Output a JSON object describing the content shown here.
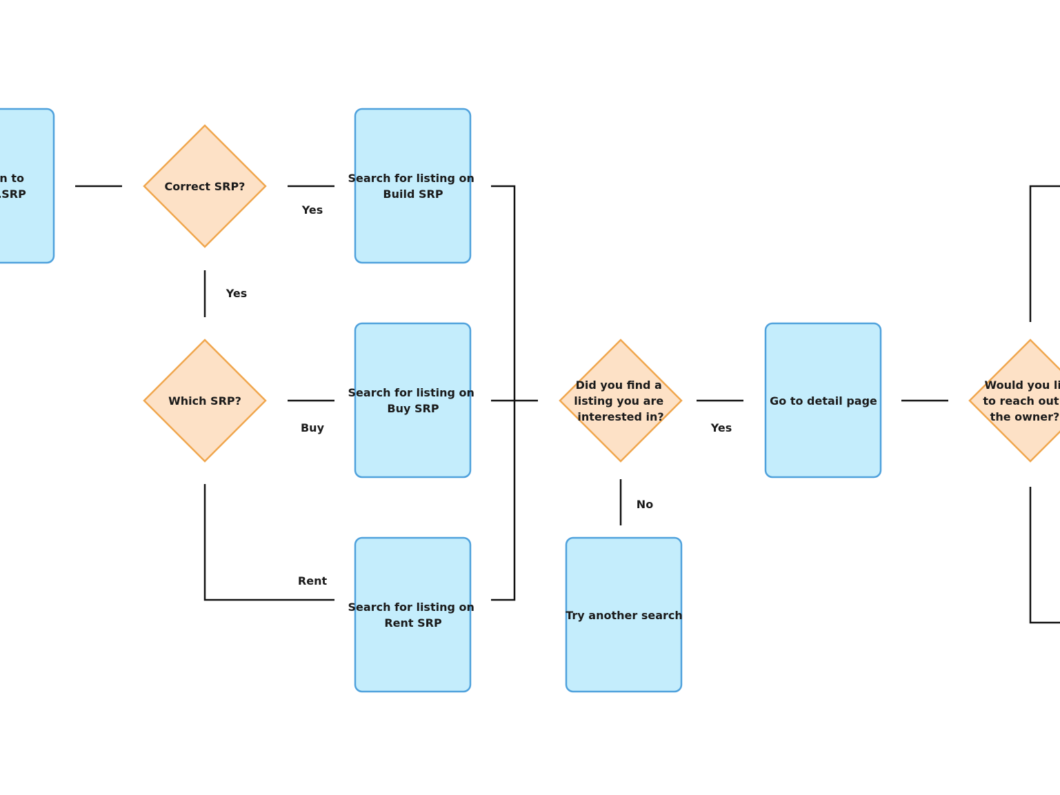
{
  "nodes": {
    "start": [
      "…n to",
      "…SRP"
    ],
    "correct_srp": [
      "Correct SRP?"
    ],
    "which_srp": [
      "Which SRP?"
    ],
    "build_srp": [
      "Search for listing on",
      "Build SRP"
    ],
    "buy_srp": [
      "Search for listing on",
      "Buy SRP"
    ],
    "rent_srp": [
      "Search for listing on",
      "Rent SRP"
    ],
    "find_listing": [
      "Did you find a",
      "listing you are",
      "interested in?"
    ],
    "try_again": [
      "Try another search"
    ],
    "detail_page": [
      "Go to detail page"
    ],
    "reach_owner": [
      "Would you li…",
      "to reach out …",
      "the owner?…"
    ]
  },
  "edge_labels": {
    "correct_to_build": "Yes",
    "correct_to_which": "Yes",
    "which_to_buy": "Buy",
    "which_to_rent": "Rent",
    "find_to_detail": "Yes",
    "find_to_retry": "No"
  },
  "colors": {
    "process_fill": "#c4edfc",
    "process_stroke": "#4fa1dc",
    "decision_fill": "#fde1c6",
    "decision_stroke": "#f0a64d",
    "connector": "#111111"
  }
}
